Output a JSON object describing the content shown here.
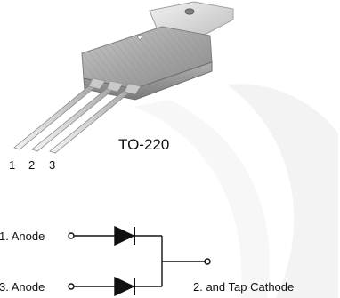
{
  "package": {
    "name": "TO-220",
    "pin_numbers": [
      "1",
      "2",
      "3"
    ]
  },
  "schematic": {
    "pin1_label": "1. Anode",
    "pin3_label": "3. Anode",
    "pin2_label": "2. and Tap Cathode"
  },
  "colors": {
    "ink": "#111111",
    "tab_metal": "#d9d9d9",
    "body_grey": "#9a9a9a",
    "lead_silver": "#d0d0d0"
  }
}
